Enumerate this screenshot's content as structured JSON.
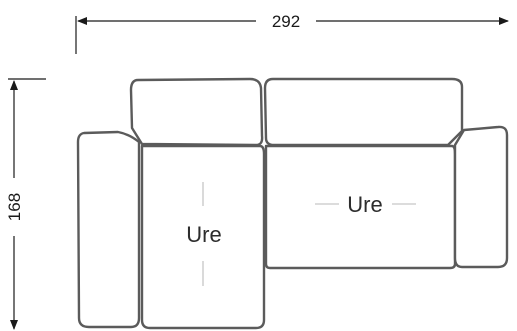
{
  "dimensions": {
    "width_label": "292",
    "height_label": "168"
  },
  "modules": {
    "left_label": "Ure",
    "right_label": "Ure"
  },
  "colors": {
    "outline": "#5b5b5b",
    "dimension": "#1a1a1a",
    "tick": "#c7c7c7"
  }
}
